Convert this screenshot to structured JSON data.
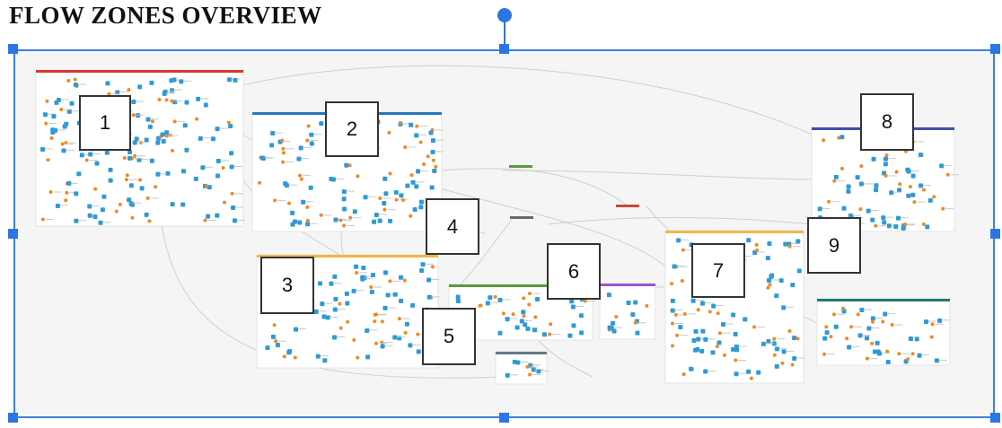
{
  "page": {
    "title": "FLOW ZONES OVERVIEW"
  },
  "zones": [
    {
      "label": "1",
      "color": "#d43b34"
    },
    {
      "label": "2",
      "color": "#2a7ab8"
    },
    {
      "label": "3",
      "color": "#f0b64a"
    },
    {
      "label": "4",
      "color": "#8a8a8a"
    },
    {
      "label": "5",
      "color": "#6b6b6b"
    },
    {
      "label": "6",
      "color": "#5a9a3a"
    },
    {
      "label": "7",
      "color": "#f0b64a"
    },
    {
      "label": "8",
      "color": "#3f4fa8"
    },
    {
      "label": "9",
      "color": "#c94a3a"
    }
  ],
  "colors": {
    "selection": "#2b76e5",
    "dataset_icon": "#2f9ad6",
    "recipe_icon": "#f08a24",
    "link": "#cfcfcf",
    "purple_zone": "#9b55c9",
    "teal_zone": "#1f7a6e",
    "slate_zone": "#667a88",
    "canvas": "#f5f5f5"
  }
}
